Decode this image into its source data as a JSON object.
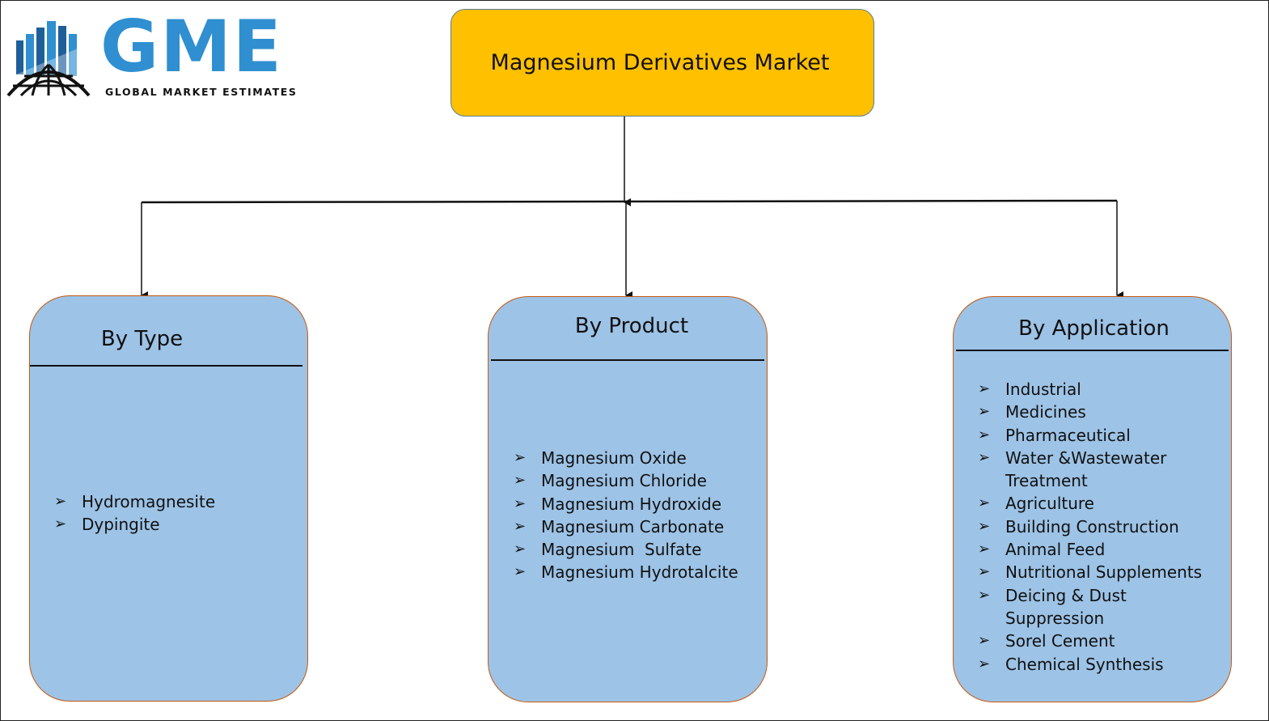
{
  "logo": {
    "letters": "GME",
    "tagline": "GLOBAL MARKET ESTIMATES",
    "icon": "globe-buildings-icon",
    "brand_color": "#2f8fd0"
  },
  "root": {
    "title": "Magnesium Derivatives Market",
    "color": "#ffc000"
  },
  "colors": {
    "category_fill": "#9dc3e6",
    "category_border": "#c55a11",
    "connector": "#111111"
  },
  "bullet_icon": "arrow-bullet-icon",
  "bullet_glyph": "➢",
  "categories": [
    {
      "title": "By Type",
      "items": [
        "Hydromagnesite",
        "Dypingite"
      ]
    },
    {
      "title": "By Product",
      "items": [
        "Magnesium Oxide",
        "Magnesium Chloride",
        "Magnesium Hydroxide",
        "Magnesium Carbonate",
        "Magnesium  Sulfate",
        "Magnesium Hydrotalcite"
      ]
    },
    {
      "title": "By Application",
      "items": [
        "Industrial",
        "Medicines",
        "Pharmaceutical",
        "Water &Wastewater\nTreatment",
        "Agriculture",
        "Building Construction",
        "Animal Feed",
        "Nutritional Supplements",
        "Deicing & Dust\nSuppression",
        "Sorel Cement",
        "Chemical Synthesis"
      ]
    }
  ]
}
